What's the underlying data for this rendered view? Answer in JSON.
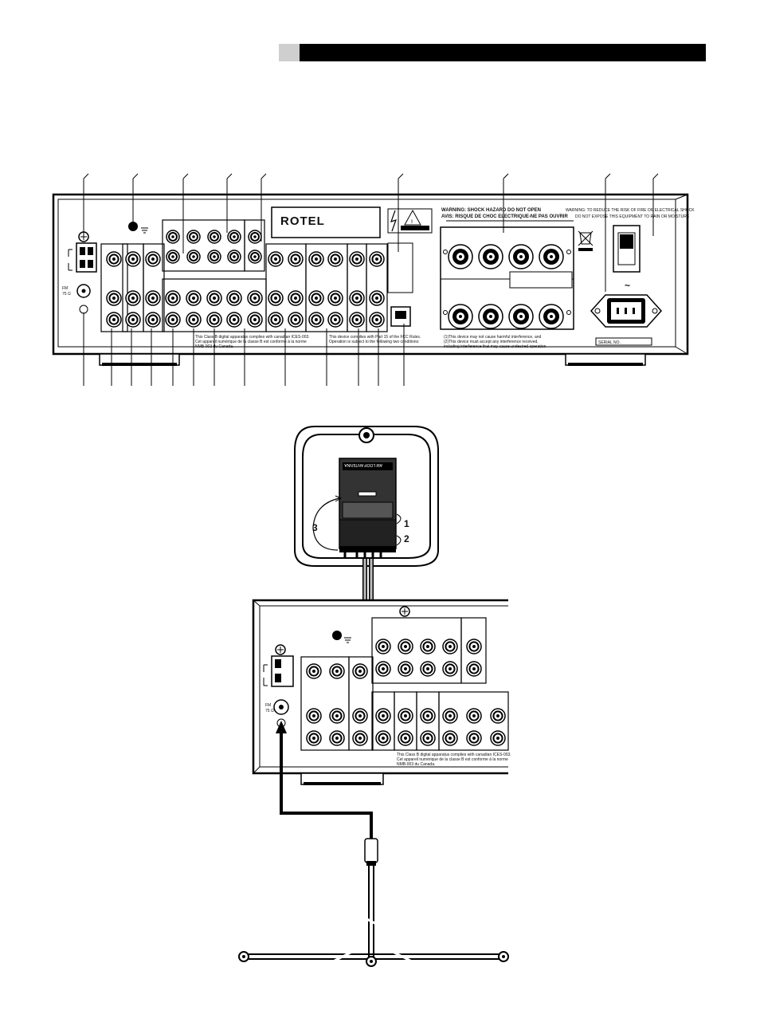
{
  "rear_panel": {
    "brand": "ROTEL",
    "warning_left_1": "WARNING:  SHOCK HAZARD DO NOT OPEN",
    "warning_left_2": "AVIS:  RISQUE DE CHOC ELECTRIQUE-NE PAS OUVRIR",
    "warning_right_1": "WARNING:  TO REDUCE THE RISK OF FIRE OR ELECTRICAL SHOCK",
    "warning_right_2": "DO NOT EXPOSE THIS EQUIPMENT TO RAIN OR MOISTURE",
    "fm_label": "FM",
    "fm_ohm": "75 Ω",
    "class_b_1": "This Class B digital apparatus complies with canadian ICES-003.",
    "class_b_2": "Cet appareil numérique de la classe B est conforme à la norme",
    "class_b_3": "NMB-003 du Canada.",
    "fcc_1": "This device complies with Part 15 of the FCC Rules.",
    "fcc_2": "Operation is subject to the following two conditions:",
    "fcc_3": "(1)This device may not cause harmful interference, and",
    "fcc_4": "(2)This device must accept any interference received,",
    "fcc_5": "including interference that may cause undesired operation",
    "serial": "SERIAL NO.",
    "ac_symbol": "~"
  },
  "am_antenna": {
    "label": "AM LOOP ANTENNA",
    "step1": "1",
    "step2": "2",
    "step3": "3"
  },
  "detail_panel": {
    "fm_label": "FM",
    "fm_ohm": "75 Ω",
    "class_b_1": "This Class B digital apparatus complies with canadian ICES-003.",
    "class_b_2": "Cet appareil numérique de la classe B est conforme à la norme",
    "class_b_3": "NMB-003 du Canada."
  },
  "colors": {
    "ink": "#111111",
    "paper": "#ffffff",
    "gray": "#888888"
  }
}
